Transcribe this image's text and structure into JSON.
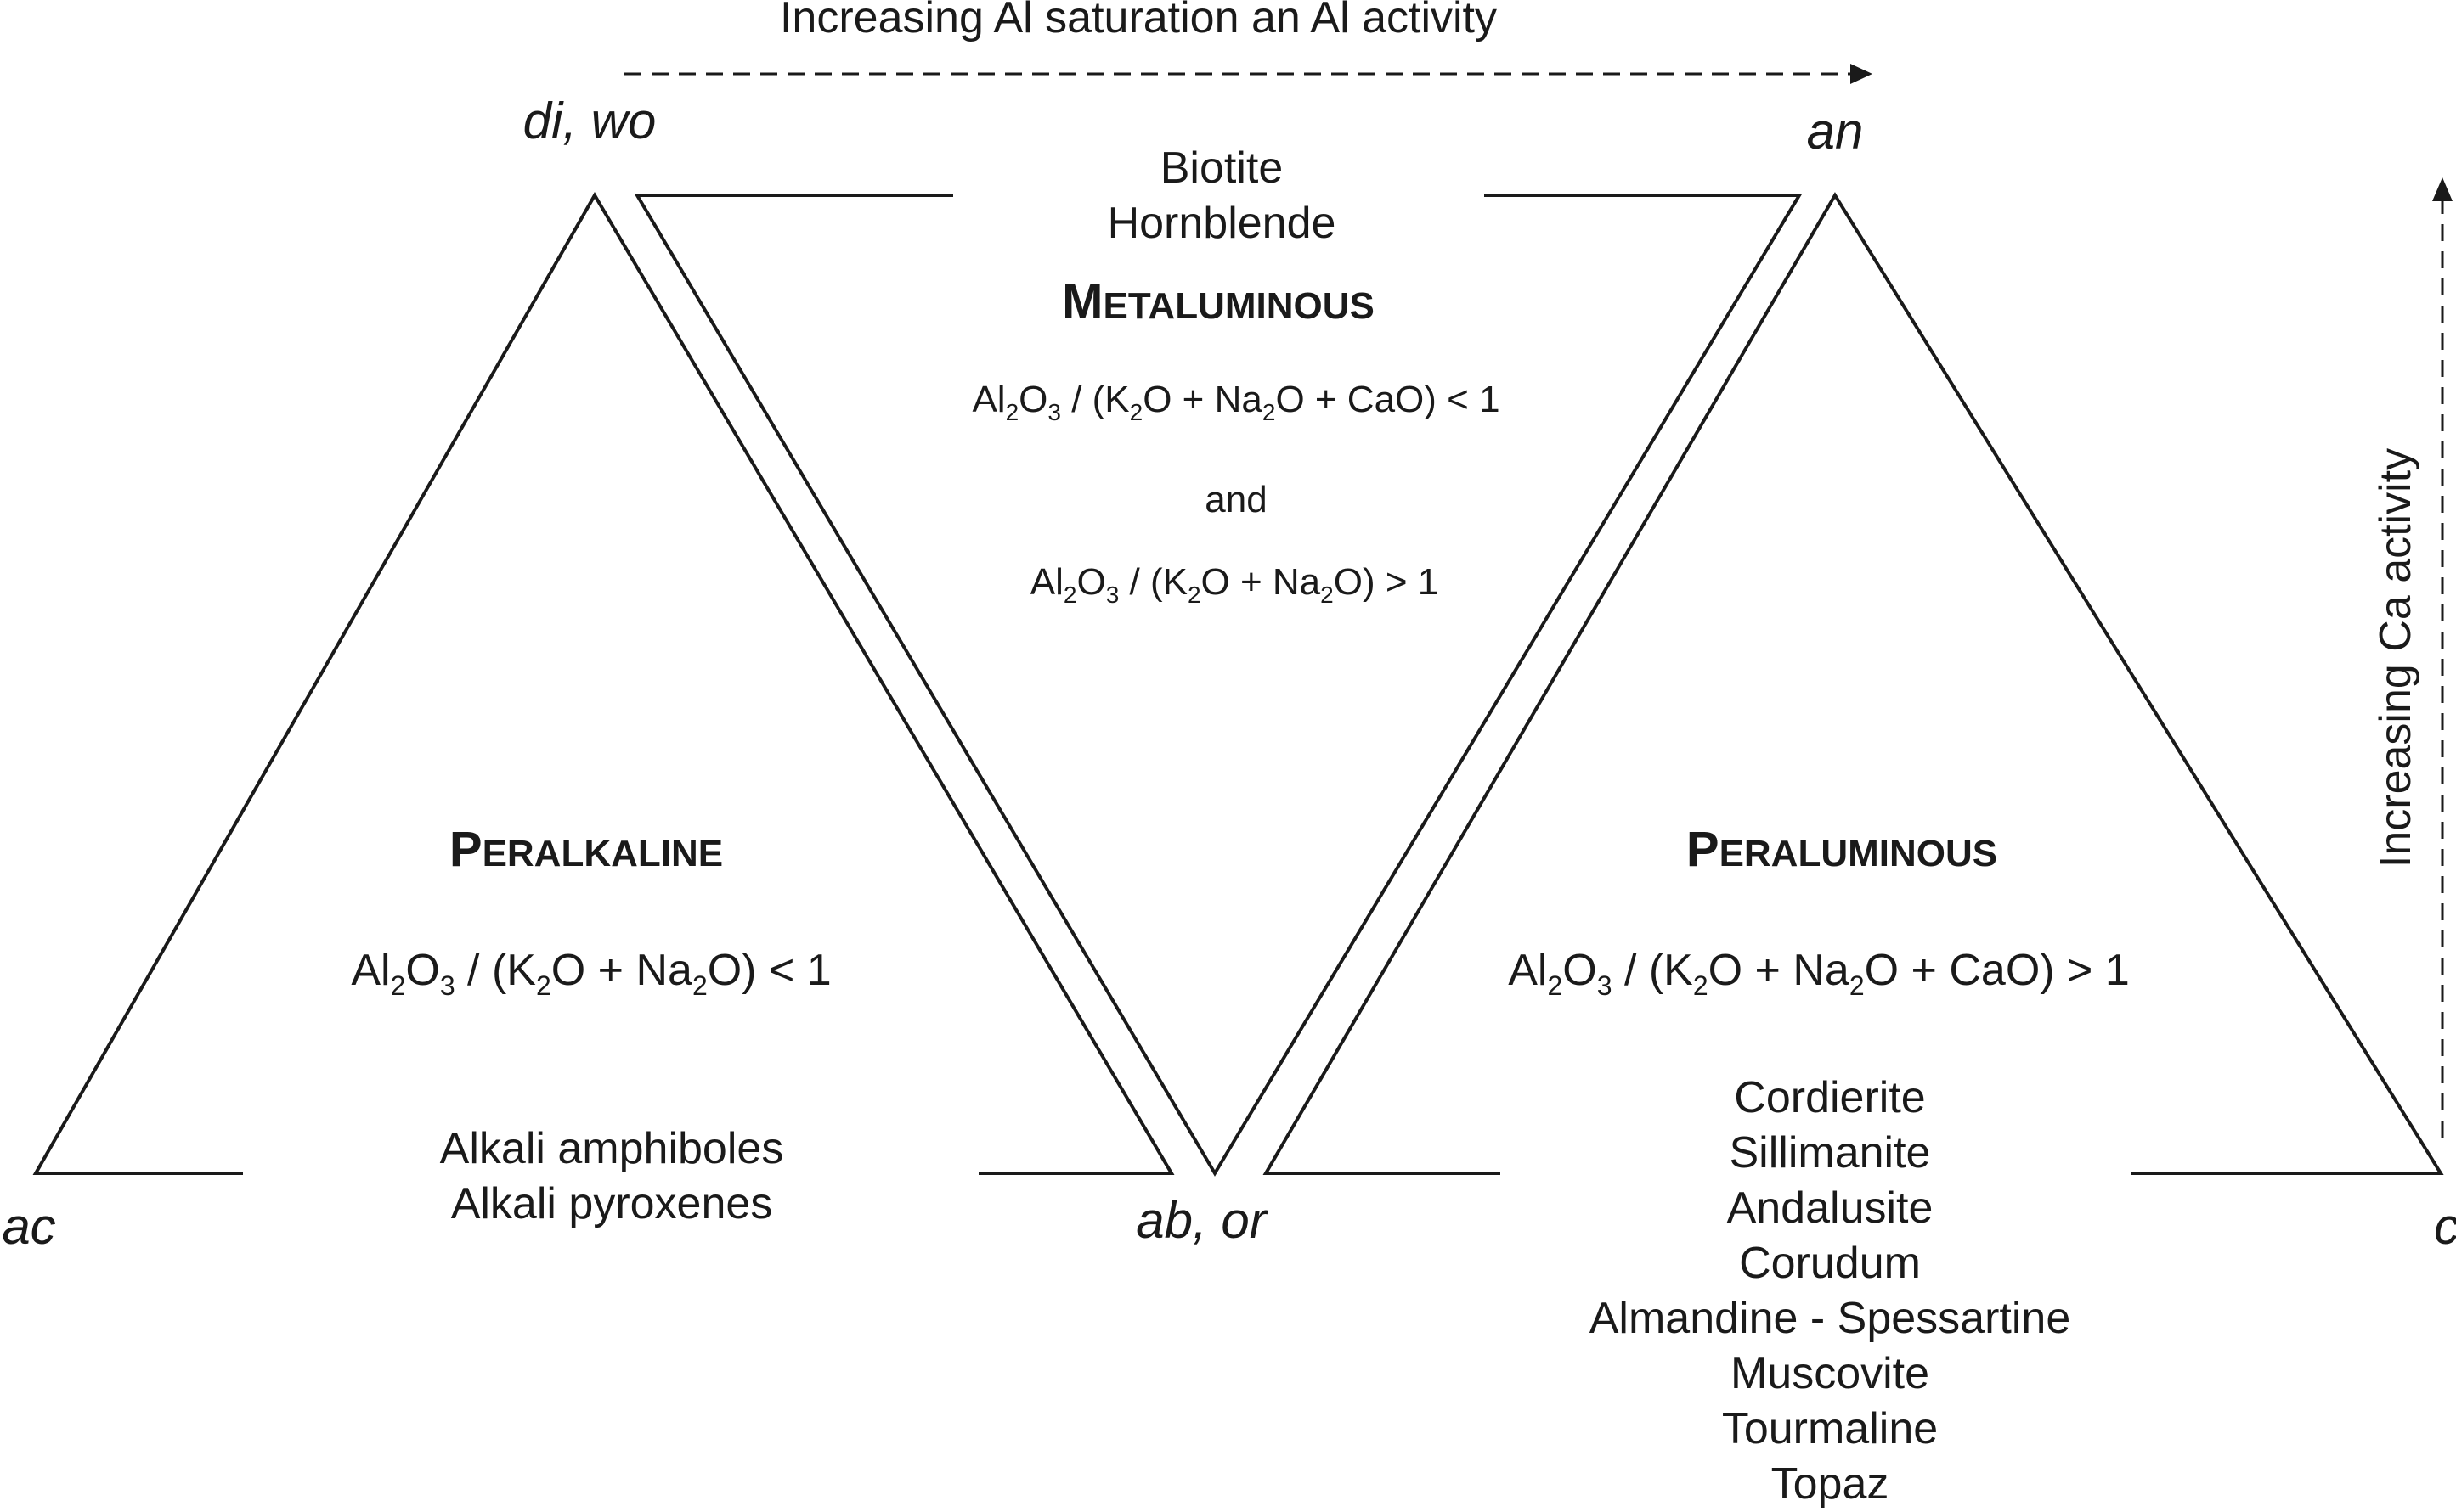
{
  "top_arrow_label": "Increasing Al saturation an Al activity",
  "right_arrow_label": "Increasing Ca activity",
  "vertices": {
    "di_wo": "di, wo",
    "an": "an",
    "ac": "ac",
    "ab_or": "ab, or",
    "c": "c"
  },
  "metaluminous": {
    "minerals": [
      "Biotite",
      "Hornblende"
    ],
    "title_initial": "M",
    "title_rest": "ETALUMINOUS",
    "formula1": [
      "Al",
      "2",
      "O",
      "3",
      " / (K",
      "2",
      "O + Na",
      "2",
      "O + CaO) < 1"
    ],
    "conjunction": "and",
    "formula2": [
      "Al",
      "2",
      "O",
      "3",
      " / (K",
      "2",
      "O + Na",
      "2",
      "O) > 1"
    ]
  },
  "peralkaline": {
    "title_initial": "P",
    "title_rest": "ERALKALINE",
    "formula": [
      "Al",
      "2",
      "O",
      "3",
      " / (K",
      "2",
      "O + Na",
      "2",
      "O) < 1"
    ],
    "minerals": [
      "Alkali amphiboles",
      "Alkali pyroxenes"
    ]
  },
  "peraluminous": {
    "title_initial": "P",
    "title_rest": "ERALUMINOUS",
    "formula": [
      "Al",
      "2",
      "O",
      "3",
      " / (K",
      "2",
      "O + Na",
      "2",
      "O + CaO) > 1"
    ],
    "minerals": [
      "Cordierite",
      "Sillimanite",
      "Andalusite",
      "Corudum",
      "Almandine - Spessartine",
      "Muscovite",
      "Tourmaline",
      "Topaz"
    ]
  }
}
